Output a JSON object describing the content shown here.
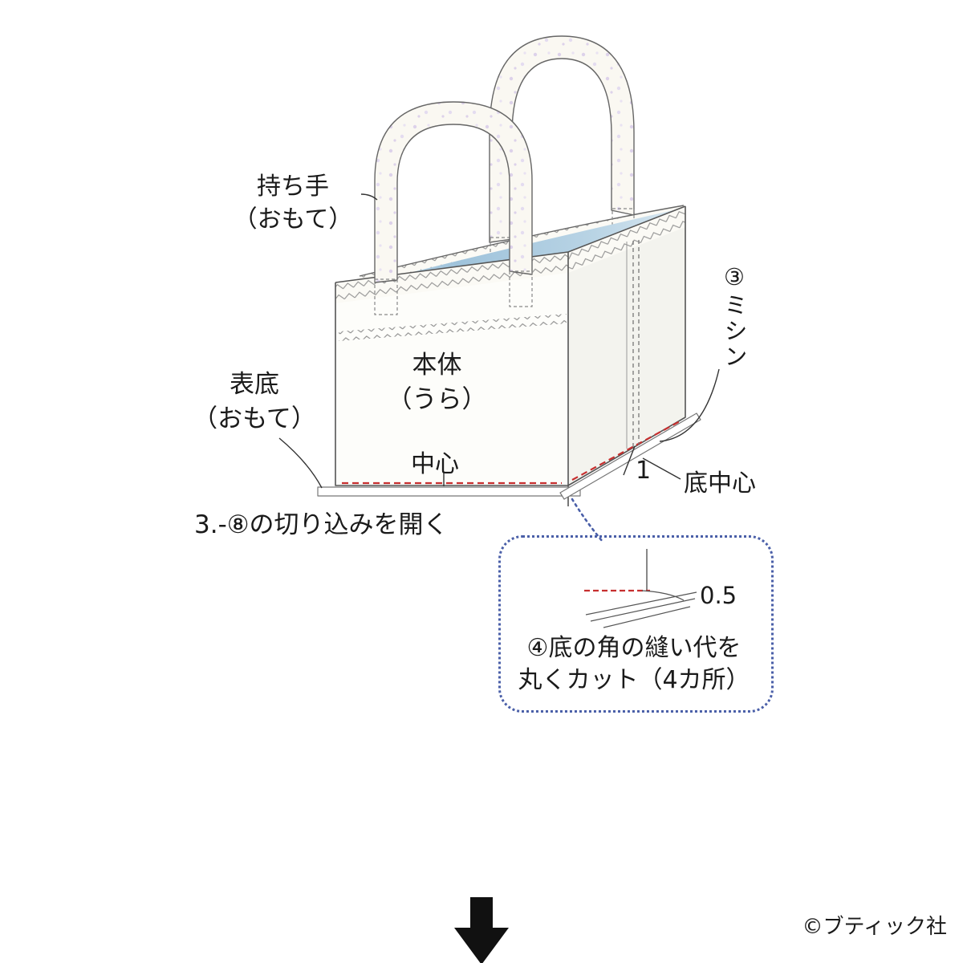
{
  "labels": {
    "handle": "持ち手\n（おもて）",
    "body": "本体\n（うら）",
    "outer_bottom": "表底\n（おもて）",
    "center": "中心",
    "machine_stitch": "③ミシン",
    "measure_one": "1",
    "bottom_center": "底中心",
    "step_note": "3.-⑧の切り込みを開く"
  },
  "callout": {
    "measurement": "0.5",
    "note": "④底の角の縫い代を\n丸くカット（4カ所）"
  },
  "footer": {
    "copyright": "©ブティック社"
  },
  "colors": {
    "stitch_red": "#c62f2f",
    "callout_blue": "#4a5fa8",
    "lining_blue": "#9fc3db",
    "outline_gray": "#555555"
  }
}
